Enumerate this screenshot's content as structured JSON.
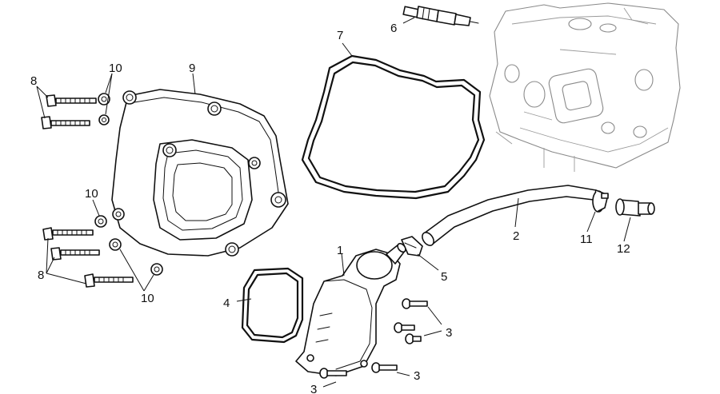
{
  "callouts": {
    "c1": "1",
    "c2": "2",
    "c3a": "3",
    "c3b": "3",
    "c3c": "3",
    "c4": "4",
    "c5": "5",
    "c6": "6",
    "c7": "7",
    "c8a": "8",
    "c8b": "8",
    "c9": "9",
    "c10a": "10",
    "c10b": "10",
    "c10c": "10",
    "c11": "11",
    "c12": "12"
  }
}
